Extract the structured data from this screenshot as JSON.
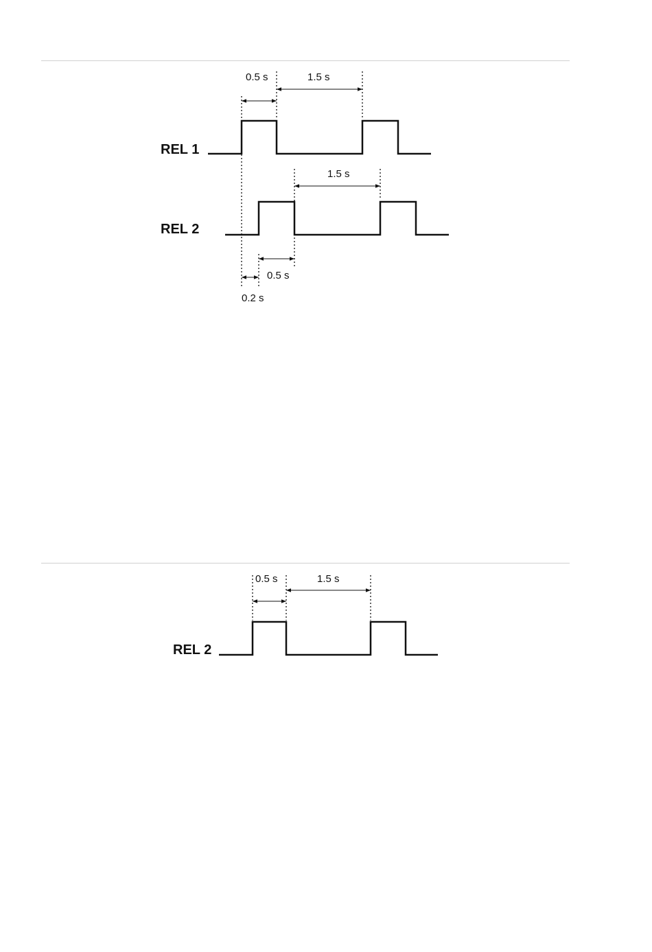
{
  "diagram_top": {
    "signals": [
      {
        "label": "REL 1"
      },
      {
        "label": "REL 2"
      }
    ],
    "dimensions": {
      "rel1_on": "0.5 s",
      "rel1_off": "1.5 s",
      "rel2_off": "1.5 s",
      "rel2_on": "0.5 s",
      "delay": "0.2 s"
    }
  },
  "diagram_bottom": {
    "signals": [
      {
        "label": "REL 2"
      }
    ],
    "dimensions": {
      "on": "0.5 s",
      "off": "1.5 s"
    }
  }
}
